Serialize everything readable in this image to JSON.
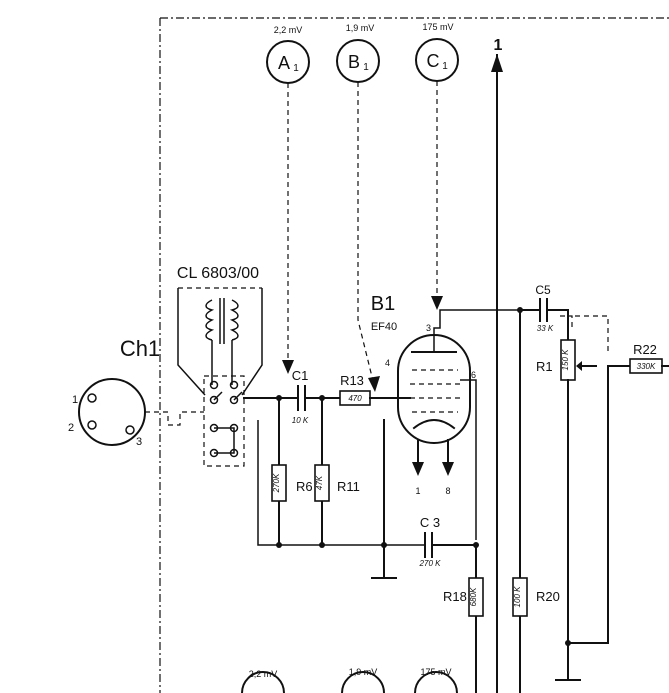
{
  "meters": {
    "top": [
      {
        "id": "A1",
        "letter": "A",
        "sub": "1",
        "reading": "2,2 mV"
      },
      {
        "id": "B1",
        "letter": "B",
        "sub": "1",
        "reading": "1,9 mV"
      },
      {
        "id": "C1",
        "letter": "C",
        "sub": "1",
        "reading": "175 mV"
      }
    ],
    "bottom": [
      {
        "reading": "2,2 mV"
      },
      {
        "reading": "1,9 mV"
      },
      {
        "reading": "175 mV"
      }
    ]
  },
  "transformer": {
    "type": "CL 6803/00"
  },
  "connector": {
    "label": "Ch1",
    "pin1": "1",
    "pin2": "2",
    "pin3": "3"
  },
  "tube": {
    "label": "B1",
    "type": "EF40",
    "pin_anode": "3",
    "pin_g1": "4",
    "pin_g2": "6",
    "pin_heater1": "1",
    "pin_heater2": "8"
  },
  "components": {
    "C1": {
      "label": "C1",
      "value": "10 K"
    },
    "R13": {
      "label": "R13",
      "value": "470"
    },
    "R6": {
      "label": "R6",
      "value": "270K"
    },
    "R11": {
      "label": "R11",
      "value": "47K"
    },
    "C3": {
      "label": "C 3",
      "value": "270 K"
    },
    "R18": {
      "label": "R18",
      "value": "680K"
    },
    "C5": {
      "label": "C5",
      "value": "33 K"
    },
    "R20": {
      "label": "R20",
      "value": "100 K"
    },
    "R1": {
      "label": "R1",
      "value": "150 K"
    },
    "R22": {
      "label": "R22",
      "value": "330K"
    }
  },
  "rail": {
    "label": "1"
  }
}
